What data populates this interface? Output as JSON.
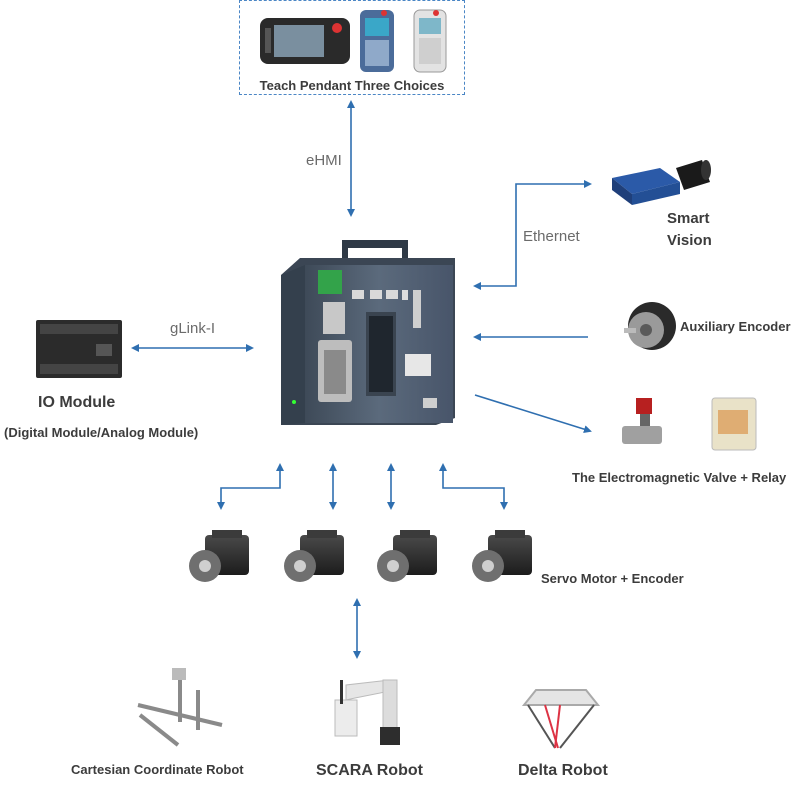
{
  "pendant": {
    "caption": "Teach Pendant Three Choices"
  },
  "connections": {
    "ehmi": "eHMI",
    "ethernet": "Ethernet",
    "glink": "gLink-I"
  },
  "devices": {
    "smart_vision_line1": "Smart",
    "smart_vision_line2": "Vision",
    "aux_encoder": "Auxiliary Encoder",
    "valve_relay": "The Electromagnetic Valve + Relay",
    "io_module": "IO Module",
    "io_module_sub": "(Digital Module/Analog Module)",
    "servo": "Servo Motor + Encoder"
  },
  "robots": {
    "cartesian": "Cartesian Coordinate Robot",
    "scara": "SCARA Robot",
    "delta": "Delta Robot"
  },
  "colors": {
    "arrow": "#2f6fb0",
    "cabinet": "#4f5d6e",
    "box_border": "#4a86c5"
  }
}
